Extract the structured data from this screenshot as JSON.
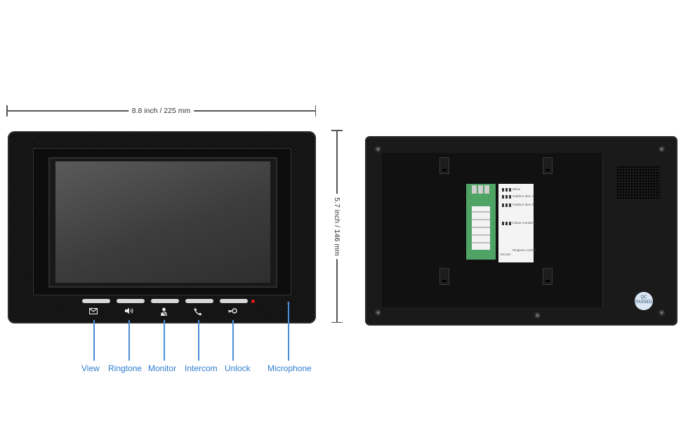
{
  "dimensions": {
    "width_label": "8.8 inch / 225 mm",
    "height_label": "5.7 inch / 146 mm"
  },
  "callouts": {
    "view": "View",
    "ringtone": "Ringtone",
    "monitor": "Monitor",
    "intercom": "Intercom",
    "unlock": "Unlock",
    "microphone": "Microphone"
  },
  "back_label": {
    "menu": "Menu",
    "outdoor_door_1": "Outdoor door 1",
    "outdoor_door_2": "Outdoor door 2",
    "indoor_monitors": "Indoor monitors",
    "dc15v": "DC15V",
    "ringtone_control": "Ringtone control",
    "qc": "QC PASSED"
  },
  "colors": {
    "callout_text": "#2f7dd1",
    "callout_line": "#4b8ed6",
    "led": "#e21b1b",
    "device_body": "#1a1a1a"
  },
  "icons": {
    "view": "envelope-icon",
    "ringtone": "speaker-icon",
    "monitor": "monitor-person-icon",
    "intercom": "handset-icon",
    "unlock": "key-icon"
  }
}
